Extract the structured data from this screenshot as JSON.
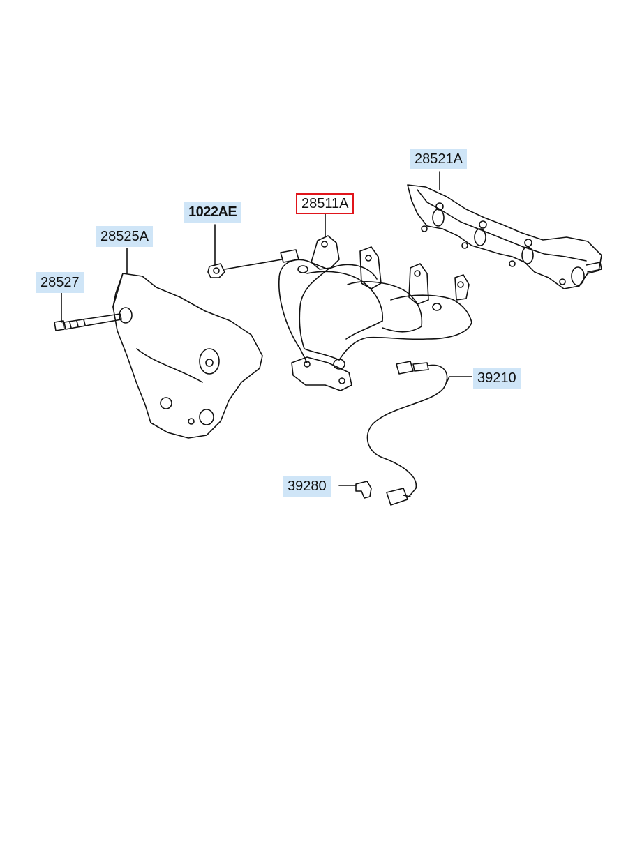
{
  "colors": {
    "label_background": "#cfe5f7",
    "selected_border": "#e0151b",
    "line": "#111111"
  },
  "labels": {
    "heat_protector": "28525A",
    "bolt": "28527",
    "nut": "1022AE",
    "manifold": "28511A",
    "gasket": "28521A",
    "oxygen_sensor": "39210",
    "bracket": "39280"
  },
  "selected_part": "28511A"
}
